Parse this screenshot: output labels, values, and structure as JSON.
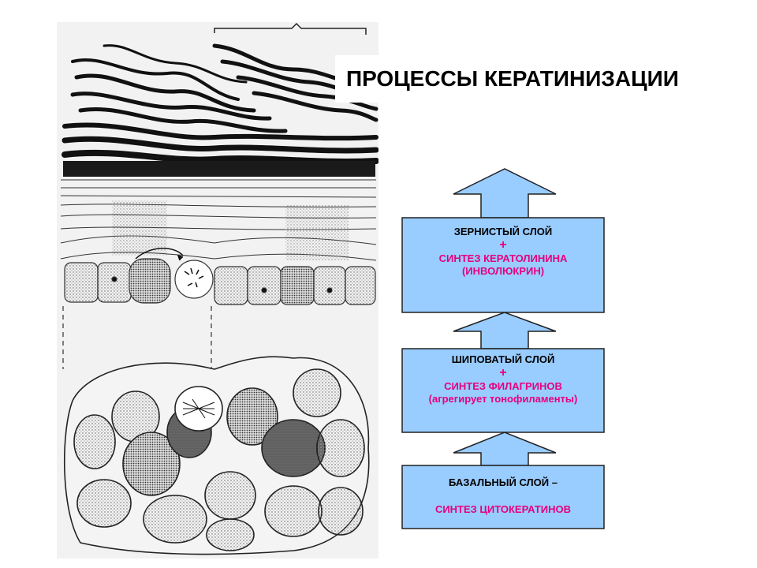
{
  "title": "ПРОЦЕССЫ КЕРАТИНИЗАЦИИ",
  "colors": {
    "box_fill": "#99ccff",
    "box_border": "#222222",
    "synthesis_text": "#e6007e"
  },
  "layers": {
    "granular": {
      "name": "ЗЕРНИСТЫЙ СЛОЙ",
      "plus": "+",
      "line1": "СИНТЕЗ КЕРАТОЛИНИНА",
      "line2": "(ИНВОЛЮКРИН)"
    },
    "spinous": {
      "name": "ШИПОВАТЫЙ СЛОЙ",
      "plus": "+",
      "line1": "СИНТЕЗ ФИЛАГРИНОВ",
      "line2": "(агрегирует тонофиламенты)"
    },
    "basal": {
      "name": "БАЗАЛЬНЫЙ СЛОЙ –",
      "line1": "СИНТЕЗ ЦИТОКЕРАТИНОВ"
    }
  }
}
